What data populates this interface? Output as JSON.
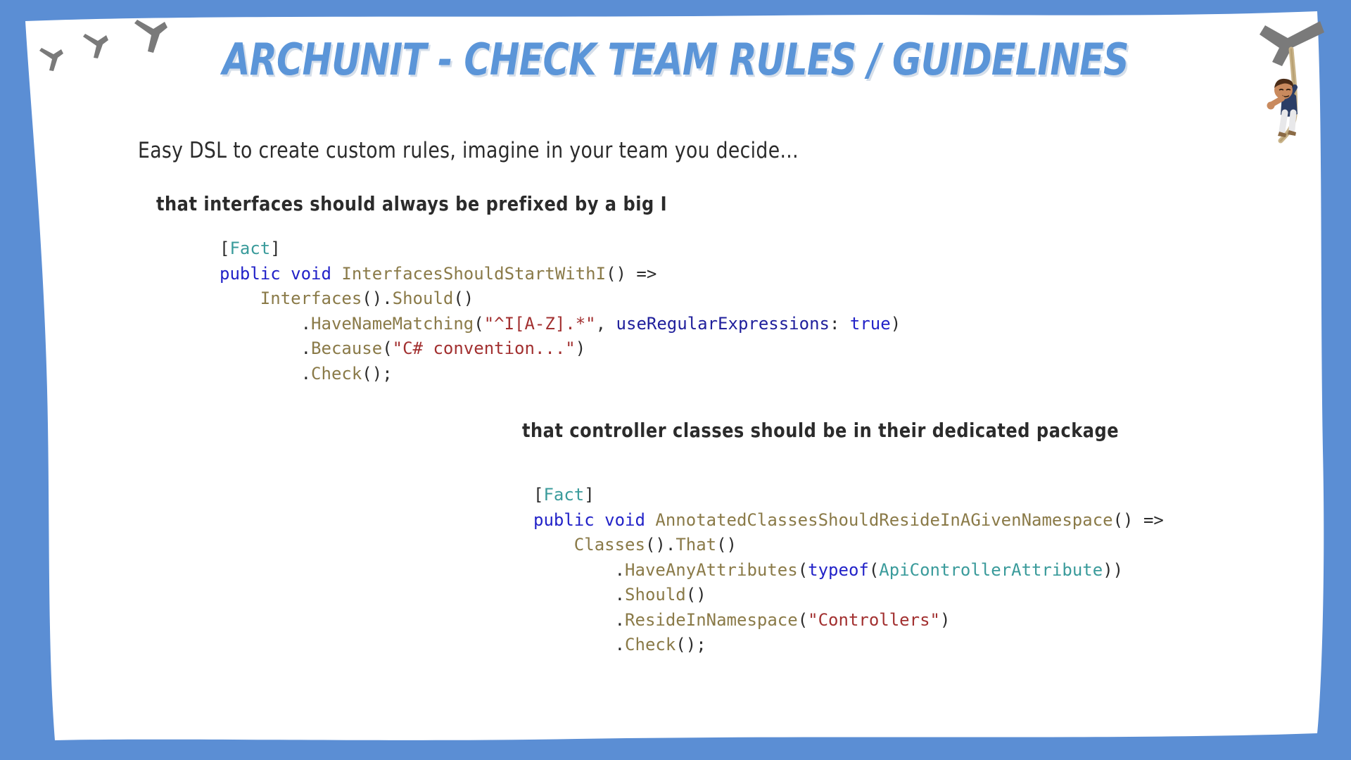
{
  "slide": {
    "title": "ARCHUNIT - CHECK TEAM RULES / GUIDELINES",
    "lead_text": "Easy DSL to create custom rules, imagine in your team you decide...",
    "frame_color": "#5b8ed4",
    "page_color": "#ffffff",
    "title_color": "#5b95d8"
  },
  "rules": [
    {
      "label": "that interfaces should always be prefixed by a big I",
      "code_lines": [
        [
          {
            "t": "[",
            "c": "t-punct"
          },
          {
            "t": "Fact",
            "c": "t-attr"
          },
          {
            "t": "]",
            "c": "t-punct"
          }
        ],
        [
          {
            "t": "public void ",
            "c": "t-keyword"
          },
          {
            "t": "InterfacesShouldStartWithI",
            "c": "t-method"
          },
          {
            "t": "() =>",
            "c": "t-punct"
          }
        ],
        [
          {
            "t": "    ",
            "c": "t-punct"
          },
          {
            "t": "Interfaces",
            "c": "t-method"
          },
          {
            "t": "().",
            "c": "t-punct"
          },
          {
            "t": "Should",
            "c": "t-method"
          },
          {
            "t": "()",
            "c": "t-punct"
          }
        ],
        [
          {
            "t": "        .",
            "c": "t-punct"
          },
          {
            "t": "HaveNameMatching",
            "c": "t-method"
          },
          {
            "t": "(",
            "c": "t-punct"
          },
          {
            "t": "\"^I[A-Z].*\"",
            "c": "t-string"
          },
          {
            "t": ", ",
            "c": "t-punct"
          },
          {
            "t": "useRegularExpressions",
            "c": "t-param"
          },
          {
            "t": ": ",
            "c": "t-punct"
          },
          {
            "t": "true",
            "c": "t-bool"
          },
          {
            "t": ")",
            "c": "t-punct"
          }
        ],
        [
          {
            "t": "        .",
            "c": "t-punct"
          },
          {
            "t": "Because",
            "c": "t-method"
          },
          {
            "t": "(",
            "c": "t-punct"
          },
          {
            "t": "\"C# convention...\"",
            "c": "t-string"
          },
          {
            "t": ")",
            "c": "t-punct"
          }
        ],
        [
          {
            "t": "        .",
            "c": "t-punct"
          },
          {
            "t": "Check",
            "c": "t-method"
          },
          {
            "t": "();",
            "c": "t-punct"
          }
        ]
      ]
    },
    {
      "label": "that controller classes should be in their dedicated package",
      "code_lines": [
        [
          {
            "t": "[",
            "c": "t-punct"
          },
          {
            "t": "Fact",
            "c": "t-attr"
          },
          {
            "t": "]",
            "c": "t-punct"
          }
        ],
        [
          {
            "t": "public void ",
            "c": "t-keyword"
          },
          {
            "t": "AnnotatedClassesShouldResideInAGivenNamespace",
            "c": "t-method"
          },
          {
            "t": "() =>",
            "c": "t-punct"
          }
        ],
        [
          {
            "t": "    ",
            "c": "t-punct"
          },
          {
            "t": "Classes",
            "c": "t-method"
          },
          {
            "t": "().",
            "c": "t-punct"
          },
          {
            "t": "That",
            "c": "t-method"
          },
          {
            "t": "()",
            "c": "t-punct"
          }
        ],
        [
          {
            "t": "        .",
            "c": "t-punct"
          },
          {
            "t": "HaveAnyAttributes",
            "c": "t-method"
          },
          {
            "t": "(",
            "c": "t-punct"
          },
          {
            "t": "typeof",
            "c": "t-keyword"
          },
          {
            "t": "(",
            "c": "t-punct"
          },
          {
            "t": "ApiControllerAttribute",
            "c": "t-type"
          },
          {
            "t": "))",
            "c": "t-punct"
          }
        ],
        [
          {
            "t": "        .",
            "c": "t-punct"
          },
          {
            "t": "Should",
            "c": "t-method"
          },
          {
            "t": "()",
            "c": "t-punct"
          }
        ],
        [
          {
            "t": "        .",
            "c": "t-punct"
          },
          {
            "t": "ResideInNamespace",
            "c": "t-method"
          },
          {
            "t": "(",
            "c": "t-punct"
          },
          {
            "t": "\"Controllers\"",
            "c": "t-string"
          },
          {
            "t": ")",
            "c": "t-punct"
          }
        ],
        [
          {
            "t": "        .",
            "c": "t-punct"
          },
          {
            "t": "Check",
            "c": "t-method"
          },
          {
            "t": "();",
            "c": "t-punct"
          }
        ]
      ]
    }
  ],
  "decorations": {
    "birds": [
      "bird-silhouette-small",
      "bird-silhouette-medium",
      "bird-silhouette-large"
    ],
    "bird_color": "#7a7a7a",
    "hanging_character": "person-hanging-from-rope",
    "rope_color": "#c9b48a"
  }
}
